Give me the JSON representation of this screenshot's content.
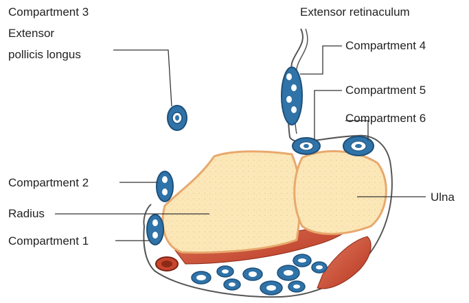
{
  "labels": {
    "compartment_3": "Compartment 3",
    "extensor": "Extensor",
    "pollicis_longus": "pollicis longus",
    "extensor_retinaculum": "Extensor retinaculum",
    "compartment_4": "Compartment 4",
    "compartment_5": "Compartment 5",
    "compartment_6": "Compartment 6",
    "compartment_2": "Compartment 2",
    "radius": "Radius",
    "compartment_1": "Compartment 1",
    "ulna": "Ulna"
  },
  "colors": {
    "tendon_sheath": "#2f73a8",
    "tendon_sheath_dark": "#1d4f7a",
    "bone_fill": "#fbe7b8",
    "bone_outline": "#e8a86c",
    "muscle": "#c8452e",
    "muscle_light": "#e07a5f",
    "retinaculum": "#555555",
    "leader_line": "#333333"
  }
}
